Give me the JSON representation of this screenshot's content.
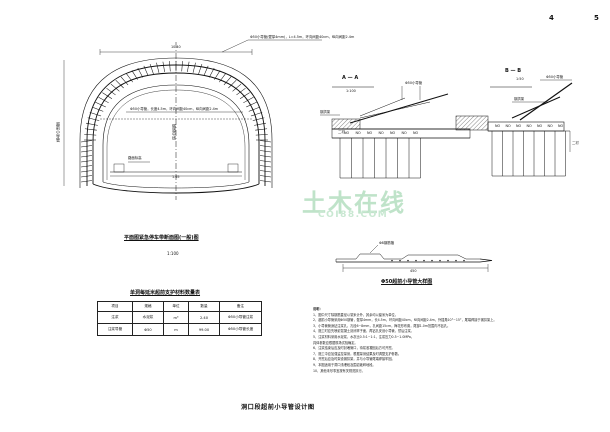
{
  "page_numbers": [
    "4",
    "5"
  ],
  "main_view": {
    "caption": "平面图紧急停车带断面图(一般)图",
    "scale": "1:100",
    "side_label": "超前小导管",
    "center_label": "隧道中线",
    "top_note": "Φ50小导管(壁厚4mm)，L=4.5m，环向间距40cm，纵向间距2.4m",
    "mid_note": "Φ50小导管，长度4.5m，环向间距40cm，纵向间距2.4m",
    "bottom_note": "路面标高",
    "dim_top": "10.40",
    "dim_bottom": "1.65"
  },
  "section_aa": {
    "label": "A — A",
    "scale": "1:100",
    "note1": "Φ50小导管",
    "note2": "钢拱架",
    "note3": "二衬",
    "cells": [
      "NO",
      "NO",
      "NO",
      "NO",
      "NO",
      "NO",
      "NO"
    ]
  },
  "section_bb": {
    "label": "B — B",
    "scale": "1:50",
    "note1": "Φ50小导管",
    "note2": "钢拱架",
    "note3": "二衬",
    "cells": [
      "NO",
      "NO",
      "NO",
      "NO",
      "NO",
      "NO",
      "NO"
    ]
  },
  "pipe_detail": {
    "caption": "Φ50超前小导管大样图",
    "note": "Φ8钢筋箍",
    "dim": "450"
  },
  "table": {
    "title": "单洞每延米超前支护材料数量表",
    "headers": [
      "项目",
      "规格",
      "单位",
      "数量",
      "备注"
    ],
    "rows": [
      [
        "注浆",
        "水泥浆",
        "m³",
        "2.40",
        "Φ50小导管注浆"
      ],
      [
        "注浆导管",
        "Φ50",
        "m",
        "99.00",
        "Φ50小导管长度"
      ]
    ]
  },
  "notes": {
    "heading": "说明：",
    "lines": [
      "1、图中尺寸除钢筋直径以毫米计外，其余均以厘米为单位。",
      "2、超前小导管采用Φ50钢管，壁厚4mm，长4.5m，环向间距40cm，纵向间距2.4m，外插角10°~15°，尾端焊接于钢拱架上。",
      "3、小导管管身钻注浆孔，孔径6~8mm，孔间距15cm，梅花形布置，尾部1.0m范围内不钻孔。",
      "4、施工时应先喷射混凝土封闭掌子面，再钻孔安设小导管，然后注浆。",
      "5、注浆材料采用水泥浆，水灰比0.5:1~1:1，注浆压力0.5~1.0MPa，",
      "   具体参数应根据现场试验确定。",
      "6、注浆结束后应及时封堵管口，待浆液凝固后方可开挖。",
      "7、施工中应加强监控量测，根据量测结果及时调整支护参数。",
      "8、开挖后应及时架设钢拱架，并与小导管尾端焊接牢固。",
      "9、本图适用于洞口浅埋段及围岩破碎地段。",
      "10、其他未尽事宜按有关规范执行。"
    ]
  },
  "drawing_title": "洞口段超前小导管设计图",
  "watermark": {
    "main": "土木在线",
    "sub": "COI88.COM"
  }
}
